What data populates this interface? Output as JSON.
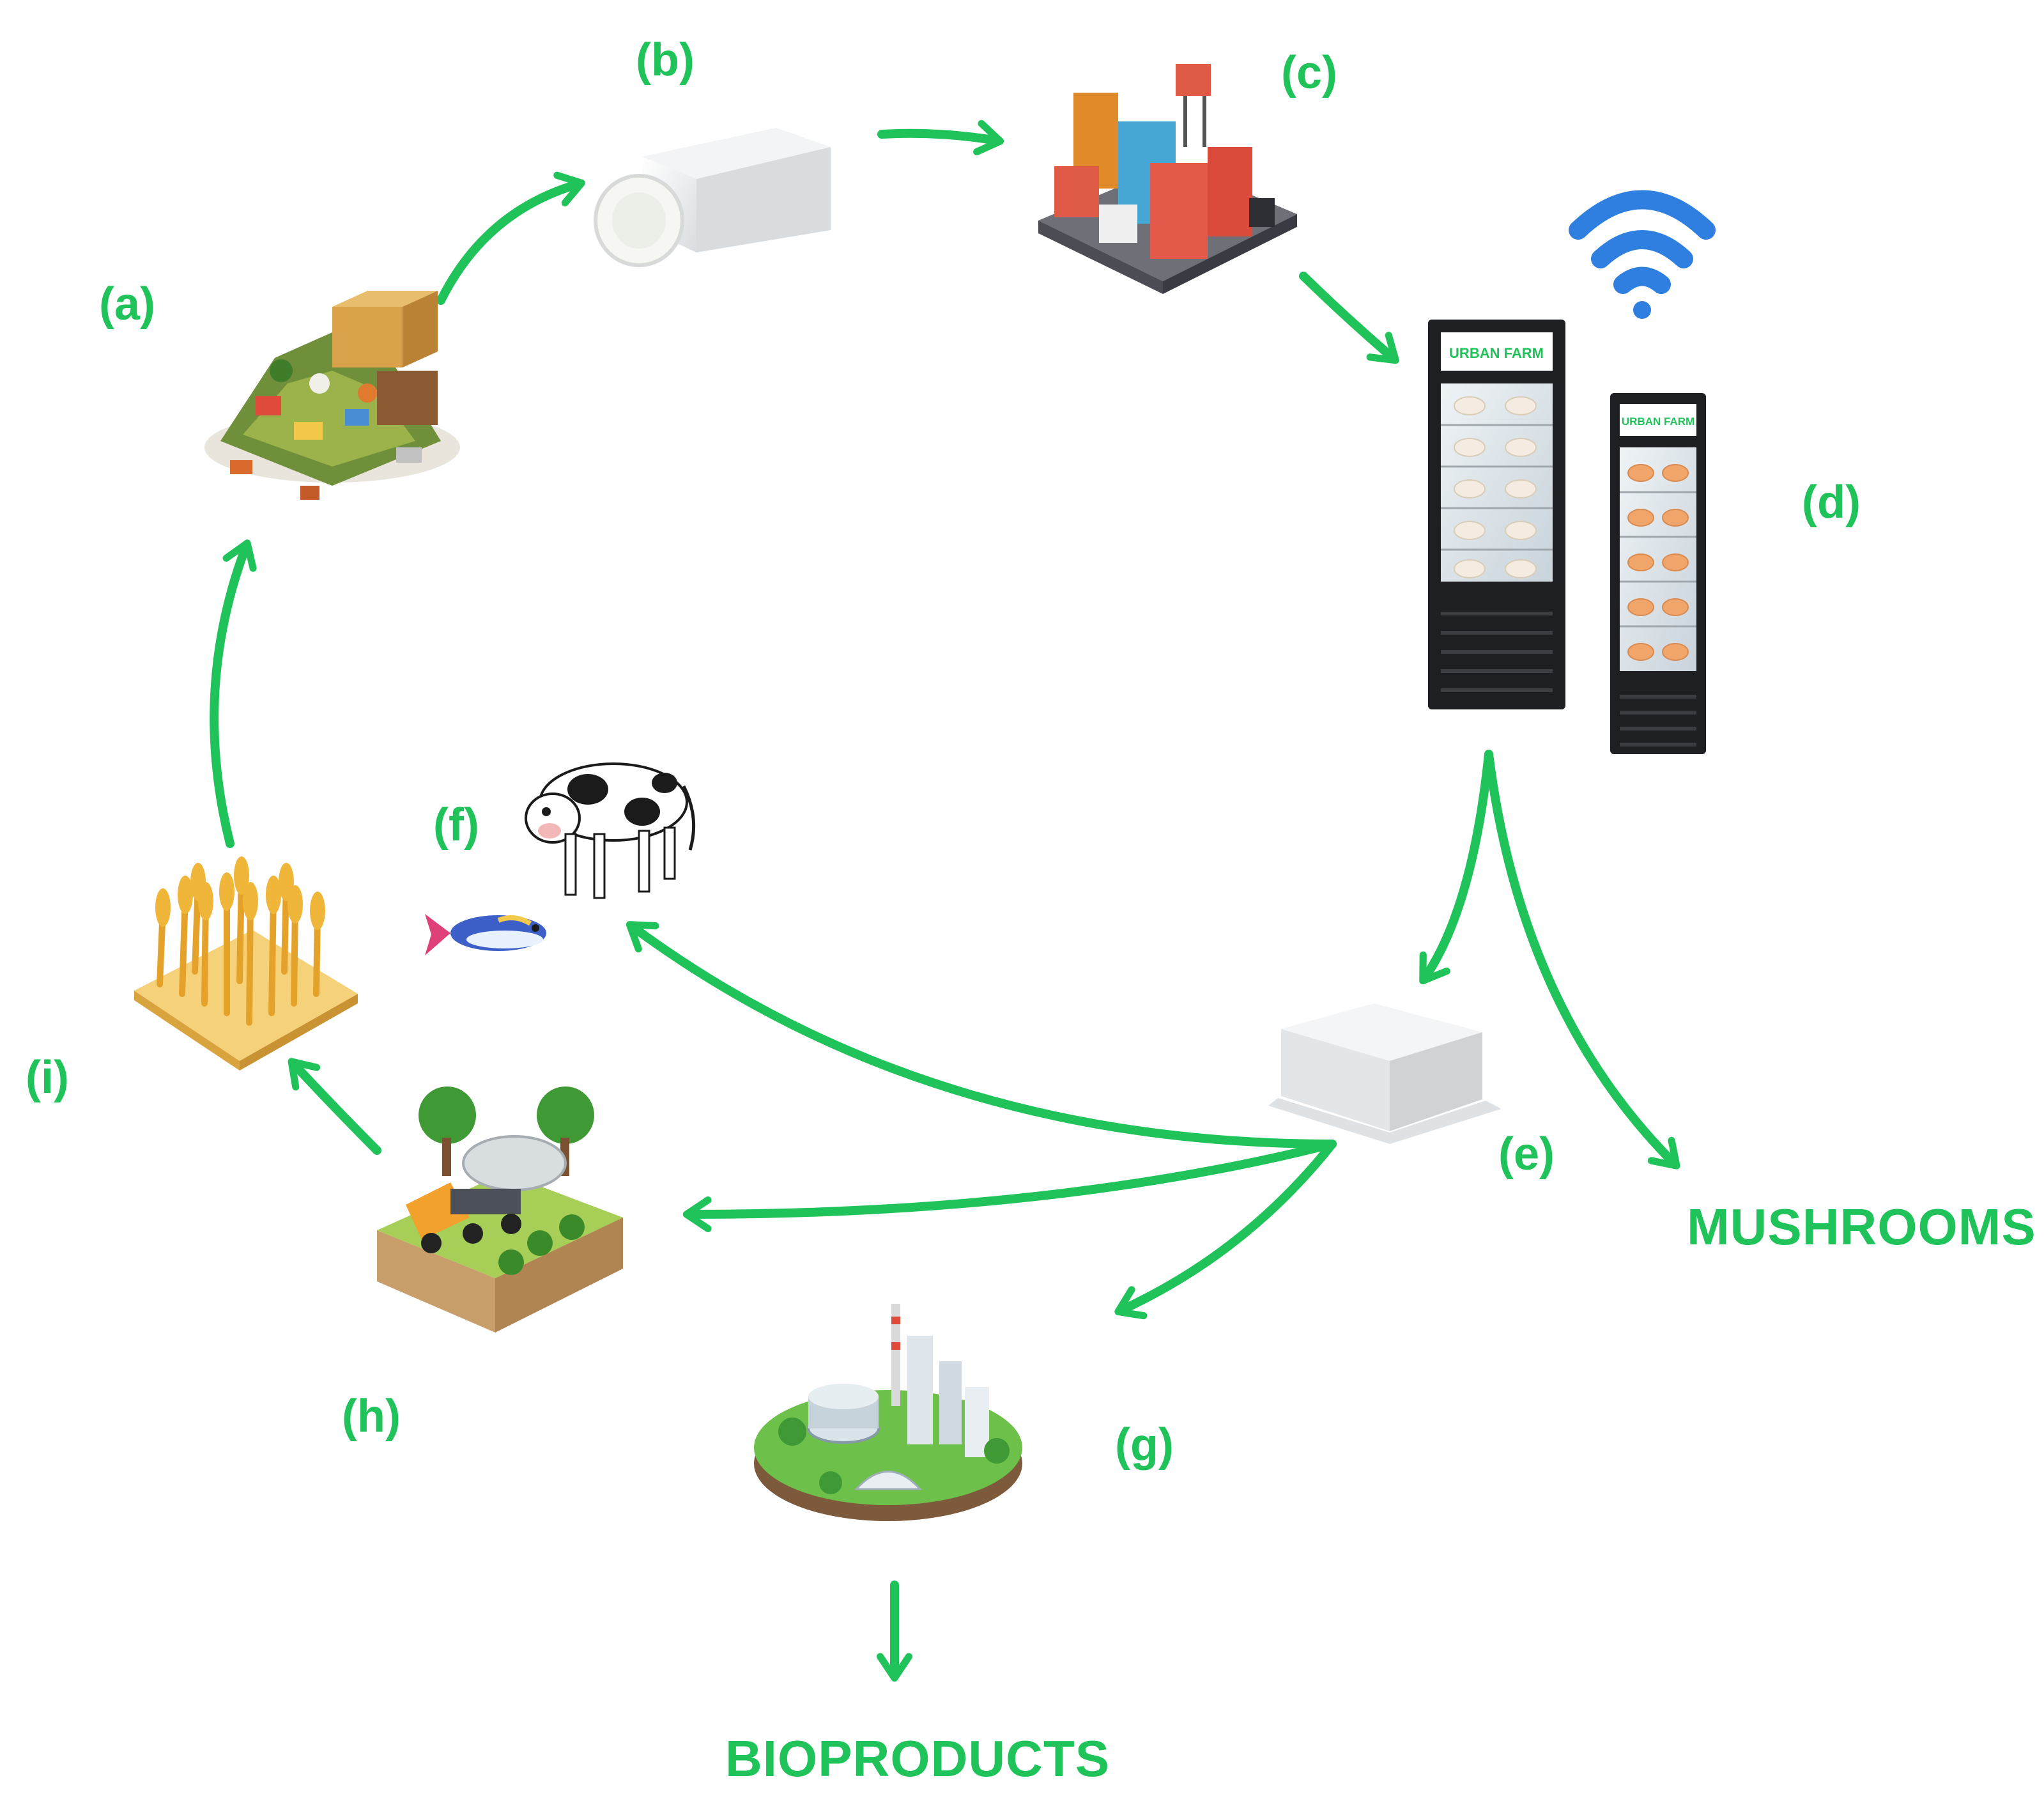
{
  "labels": {
    "a": "(a)",
    "b": "(b)",
    "c": "(c)",
    "d": "(d)",
    "e": "(e)",
    "f": "(f)",
    "g": "(g)",
    "h": "(h)",
    "i": "(i)"
  },
  "outputs": {
    "mushrooms": "MUSHROOMS",
    "bioproducts": "BIOPRODUCTS"
  },
  "fridge_title": "URBAN FARM",
  "colors": {
    "accent": "#1fc35a",
    "wifi": "#2f7fe0"
  },
  "icons": {
    "a": "food-waste-pile-icon",
    "b": "substrate-block-icon",
    "c": "container-farm-icon",
    "d": "urban-farm-fridge-icon",
    "e": "spent-substrate-block-icon",
    "f": "cow-and-fish-icon",
    "g": "biorefinery-icon",
    "h": "fertilizer-truck-field-icon",
    "i": "wheat-field-icon"
  }
}
